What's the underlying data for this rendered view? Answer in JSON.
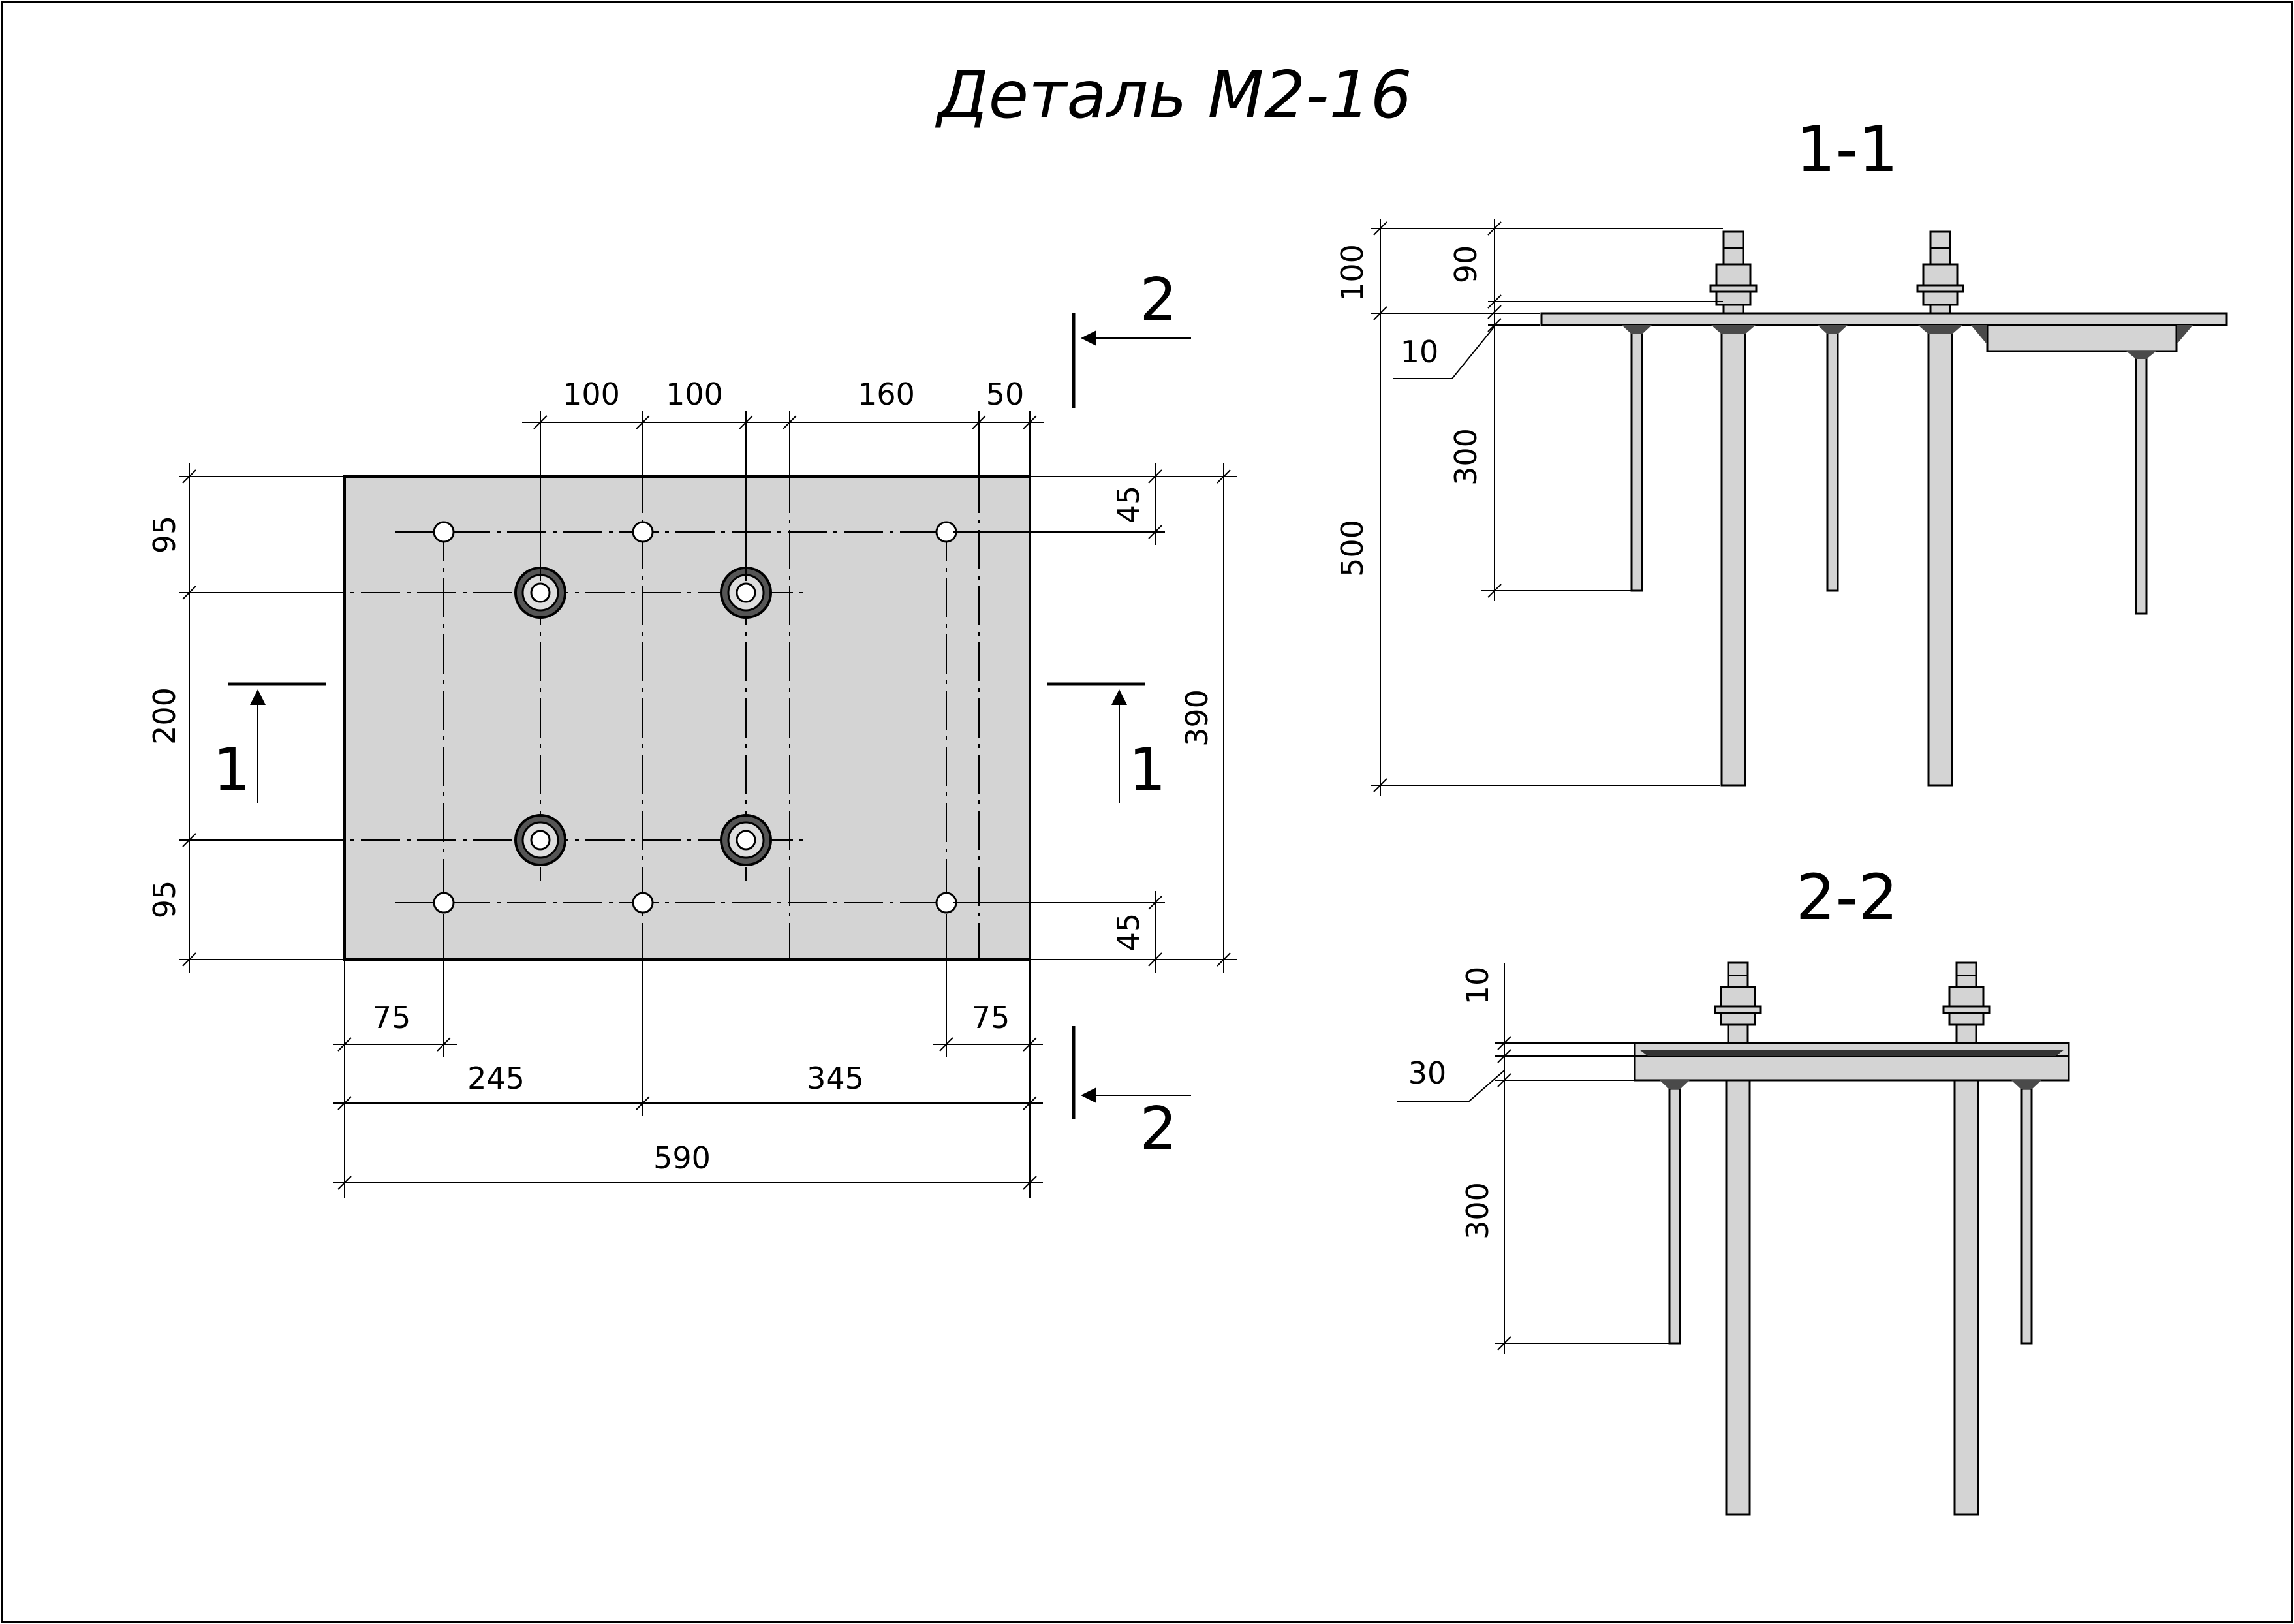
{
  "title": "Деталь М2-16",
  "plan": {
    "dims_top": [
      "100",
      "100",
      "160",
      "50"
    ],
    "dims_left": [
      "95",
      "200",
      "95"
    ],
    "dims_right_small": [
      "45",
      "45"
    ],
    "dim_right_total": "390",
    "dims_bottom_small": [
      "75",
      "75"
    ],
    "dims_bottom_mid": [
      "245",
      "345"
    ],
    "dim_bottom_total": "590",
    "section_mark_1": "1",
    "section_mark_2": "2"
  },
  "section_1_1": {
    "label": "1-1",
    "dims": {
      "d100": "100",
      "d90": "90",
      "d10": "10",
      "d300": "300",
      "d500": "500"
    }
  },
  "section_2_2": {
    "label": "2-2",
    "dims": {
      "d10": "10",
      "d30": "30",
      "d300": "300"
    }
  },
  "colors": {
    "steel": "#d4d4d4",
    "weld": "#4a4a4a",
    "line": "#000000"
  }
}
